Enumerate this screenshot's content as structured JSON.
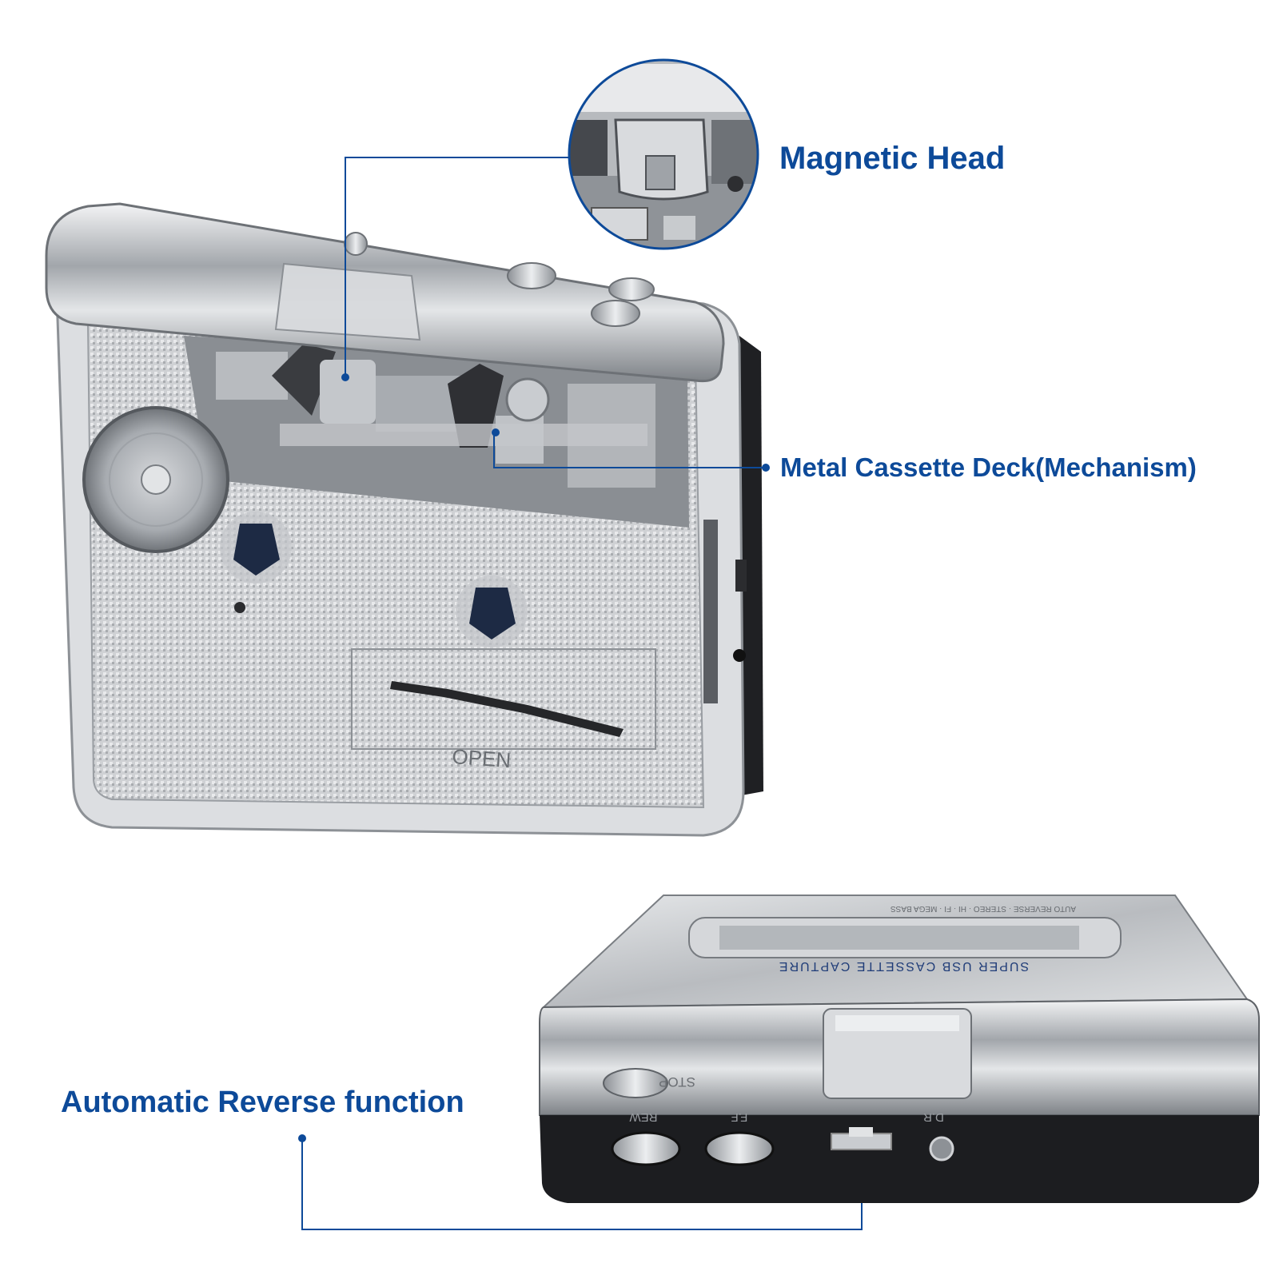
{
  "callouts": {
    "magnetic_head": "Magnetic Head",
    "cassette_deck": "Metal Cassette Deck(Mechanism)",
    "auto_reverse": "Automatic Reverse function"
  },
  "device": {
    "open_label": "OPEN",
    "front_brand_text": "SUPER USB CASSETTE CAPTURE",
    "front_feature_text": "AUTO REVERSE · STEREO · HI · FI · MEGA BASS",
    "button_stop": "STOP",
    "button_rew": "REW",
    "button_ff": "F.F",
    "dir_label": "D.R"
  },
  "colors": {
    "accent_blue": "#0d4a99",
    "silver": "#c9ccd0",
    "dark_body": "#1c1d20"
  }
}
